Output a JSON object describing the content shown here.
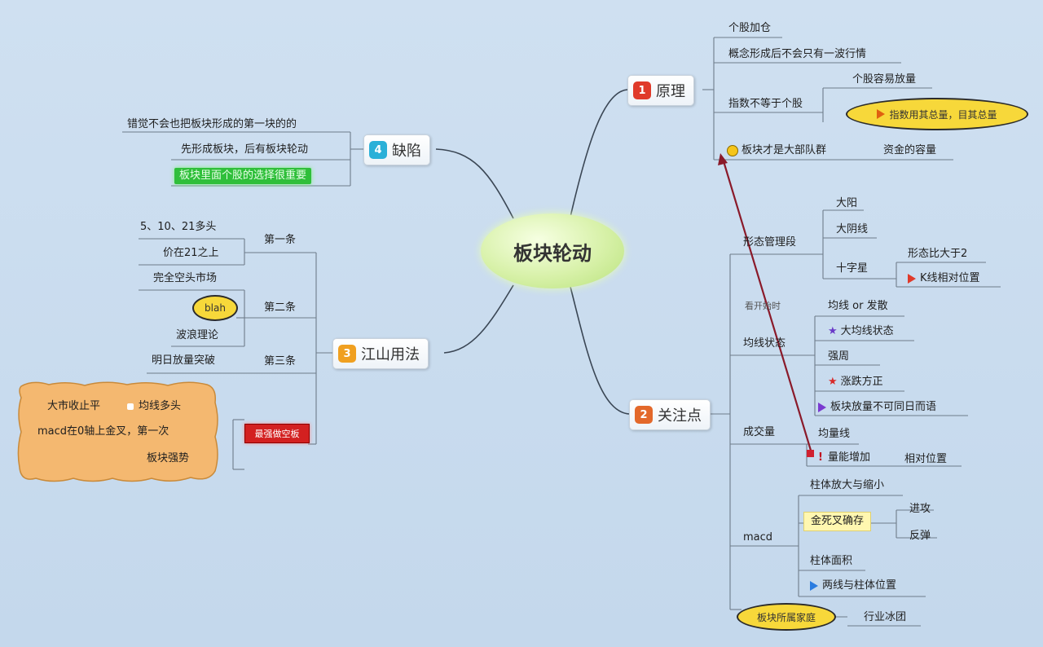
{
  "center": "板块轮动",
  "branches": {
    "b1": {
      "num": "1",
      "label": "原理",
      "color": "#e03a2a"
    },
    "b2": {
      "num": "2",
      "label": "关注点",
      "color": "#e3682a"
    },
    "b3": {
      "num": "3",
      "label": "江山用法",
      "color": "#f0a020"
    },
    "b4": {
      "num": "4",
      "label": "缺陷",
      "color": "#2ab0d8"
    }
  },
  "b1": {
    "items": [
      "个股加仓",
      "概念形成后不会只有一波行情",
      "指数不等于个股",
      "个股容易放量",
      "指数用其总量，目其总量",
      "板块才是大部队群",
      "资金的容量"
    ]
  },
  "b2": {
    "group1": "形态管理段",
    "g1_items": [
      "大阳",
      "大阴线",
      "十字星",
      "形态比大于2",
      "K线相对位置"
    ],
    "group2": "均线状态",
    "g2_top": "看开始时",
    "g2_items": [
      "均线 or 发散",
      "大均线状态",
      "强周",
      "涨跌方正",
      "板块放量不可同日而语"
    ],
    "group3": "成交量",
    "g3_items": [
      "均量线",
      "量能增加",
      "相对位置"
    ],
    "group4": "macd",
    "g4_items": [
      "柱体放大与缩小",
      "金死叉确存",
      "进攻",
      "反弹",
      "柱体面积",
      "两线与柱体位置"
    ],
    "g5": "板块所属家庭",
    "g5_right": "行业冰团"
  },
  "b3": {
    "items": [
      "5、10、21多头",
      "价在21之上",
      "完全空头市场",
      "blah",
      "波浪理论",
      "明日放量突破"
    ],
    "labels": [
      "第一条",
      "第二条",
      "第三条"
    ],
    "note": [
      "大市收止平",
      "均线多头",
      "macd在0轴上金叉，第一次",
      "板块强势"
    ],
    "red": "最强做空板"
  },
  "b4": {
    "items": [
      "错觉不会也把板块形成的第一块的的",
      "先形成板块，后有板块轮动",
      "板块里面个股的选择很重要"
    ]
  }
}
